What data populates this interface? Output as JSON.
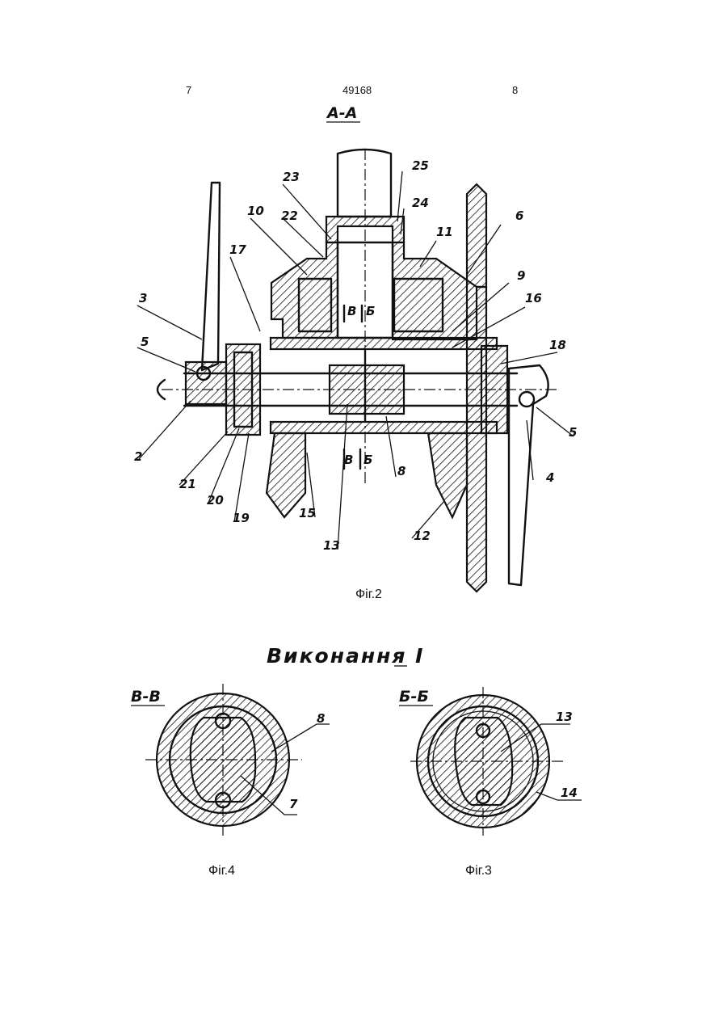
{
  "header": {
    "page_left": "7",
    "patent_number": "49168",
    "page_right": "8"
  },
  "fig2": {
    "section_title": "А-А",
    "caption": "Фіг.2",
    "callouts": [
      "23",
      "25",
      "24",
      "10",
      "22",
      "11",
      "6",
      "17",
      "9",
      "3",
      "16",
      "5",
      "18",
      "2",
      "21",
      "20",
      "19",
      "15",
      "13",
      "8",
      "12",
      "4",
      "5"
    ],
    "section_marks": [
      "В",
      "Б",
      "В",
      "Б"
    ]
  },
  "variant_title": "Виконання I",
  "fig4": {
    "section_title": "В-В",
    "caption": "Фіг.4",
    "callouts": [
      "8",
      "7"
    ]
  },
  "fig3": {
    "section_title": "Б-Б",
    "caption": "Фіг.3",
    "callouts": [
      "13",
      "14"
    ]
  }
}
